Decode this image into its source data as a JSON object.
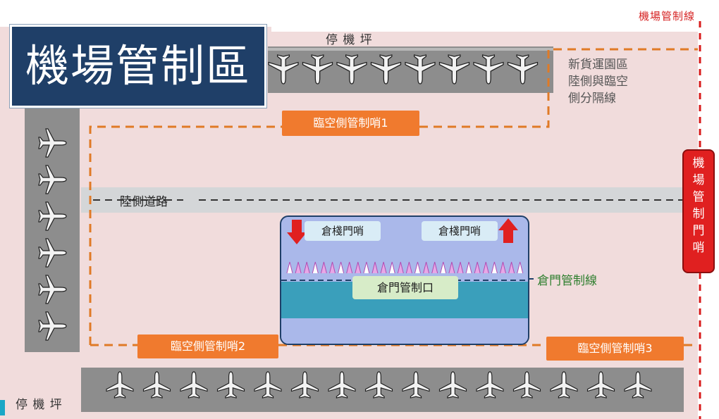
{
  "colors": {
    "zone_bg": "#f1dcdc",
    "apron": "#8d8d8d",
    "title_box": "#1f3f68",
    "orange_line": "#e07a26",
    "gate_red": "#e02020",
    "warehouse_blue": "#aab8ea",
    "warehouse_teal": "#3a9fbb",
    "gate_label_bg": "#d9ecf6",
    "control_box_bg": "#d7ecc8",
    "landside_road": "#d4d6d8",
    "airplane_light": "#f2f2f2",
    "airplane_dark": "#1f1f1f"
  },
  "title": "機場管制區",
  "labels": {
    "apron_top": "停 機 坪",
    "apron_bottom": "停 機 坪",
    "airport_control_line": "機場管制線",
    "new_cargo_line": "新貨運園區\n陸側與臨空\n側分隔線",
    "landside_road": "陸側道路",
    "warehouse_control_line": "倉門管制線",
    "warehouse_control_point": "倉門管制口"
  },
  "checkpoints": {
    "airside_1": "臨空側管制哨1",
    "airside_2": "臨空側管制哨2",
    "airside_3": "臨空側管制哨3",
    "warehouse_gate_left": "倉棧門哨",
    "warehouse_gate_right": "倉棧門哨"
  },
  "airport_gate_chars": [
    "機",
    "場",
    "管",
    "制",
    "門",
    "哨"
  ],
  "icons": {
    "arrow_down": "down-arrow-icon",
    "arrow_up": "up-arrow-icon",
    "airplane": "airplane-icon"
  },
  "apron_top_airplanes": 8,
  "apron_left_airplanes": 6,
  "apron_bottom_airplanes": 15
}
